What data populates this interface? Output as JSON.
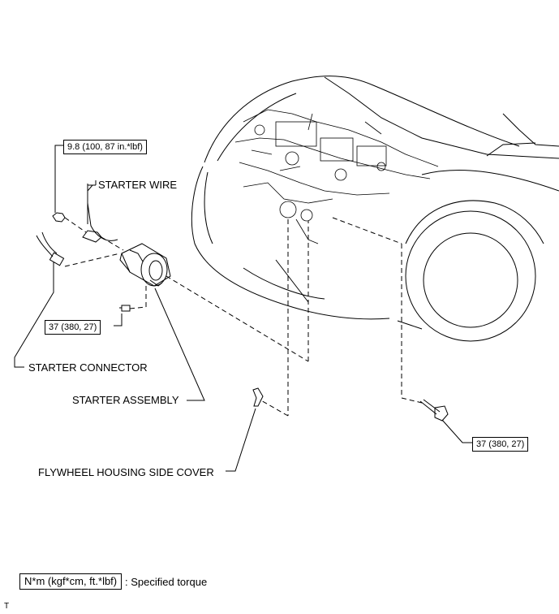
{
  "torque_labels": {
    "starter_wire_nut": "9.8 (100, 87 in.*lbf)",
    "starter_bolt_small": "37 (380, 27)",
    "starter_bolt_long": "37 (380, 27)"
  },
  "part_labels": {
    "starter_wire": "STARTER WIRE",
    "starter_connector": "STARTER CONNECTOR",
    "starter_assembly": "STARTER ASSEMBLY",
    "flywheel_cover": "FLYWHEEL HOUSING SIDE COVER"
  },
  "legend": {
    "unit_box": "N*m (kgf*cm, ft.*lbf)",
    "description": ": Specified torque"
  },
  "corner_mark": "T"
}
